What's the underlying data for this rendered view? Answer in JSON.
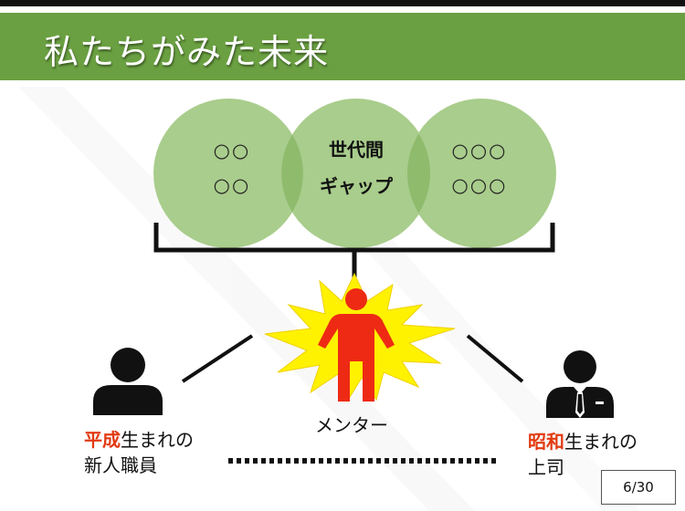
{
  "slide": {
    "title": "私たちがみた未来",
    "page_number": "6/30"
  },
  "venn": {
    "left_line1": "○○",
    "left_line2": "○○",
    "center_line1": "世代間",
    "center_line2": "ギャップ",
    "right_line1": "○○○",
    "right_line2": "○○○"
  },
  "people": {
    "mentor_label": "メンター",
    "new_staff_era": "平成",
    "new_staff_rest": "生まれの",
    "new_staff_line2": "新人職員",
    "boss_era": "昭和",
    "boss_rest": "生まれの",
    "boss_line2": "上司"
  },
  "colors": {
    "title_bar": "#6aa041",
    "circle_fill": "#a9cd8c",
    "overlap_fill": "#8fbb6d",
    "era_highlight": "#e23a12",
    "burst": "#fff200",
    "mentor_figure": "#ee2a14"
  },
  "icons": [
    "person-icon",
    "businessman-icon",
    "mentor-figure-icon",
    "starburst-icon"
  ]
}
